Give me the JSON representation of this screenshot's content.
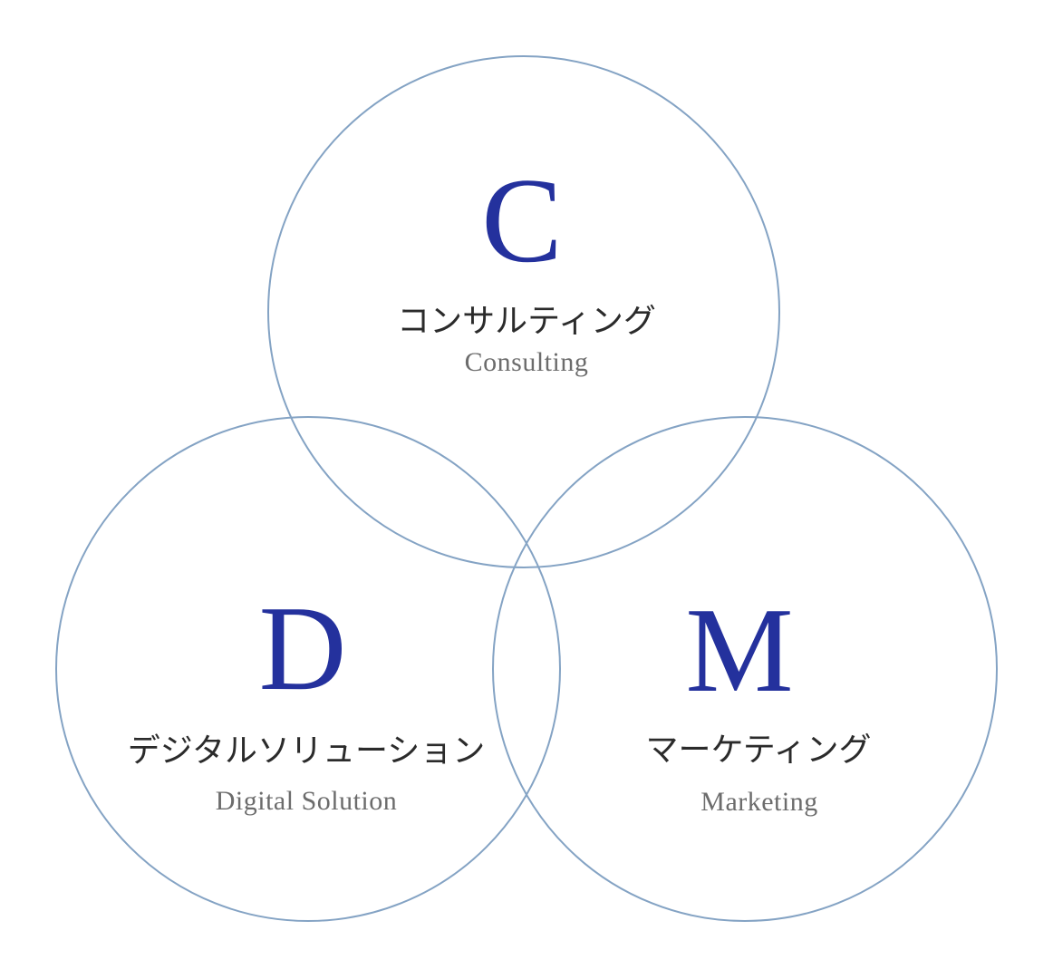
{
  "consulting": {
    "initial": "C",
    "label_jp": "コンサルティング",
    "label_en": "Consulting"
  },
  "digital_solution": {
    "initial": "D",
    "label_jp": "デジタルソリューション",
    "label_en": "Digital Solution"
  },
  "marketing": {
    "initial": "M",
    "label_jp": "マーケティング",
    "label_en": "Marketing"
  },
  "colors": {
    "initial_text": "#24319d",
    "jp_text": "#2b2b2b",
    "en_text": "#6c6c6c",
    "circle_stroke": "#84a3c4",
    "circle_fill": "none",
    "halo_fill": "#ffffff",
    "background": "#ffffff"
  }
}
